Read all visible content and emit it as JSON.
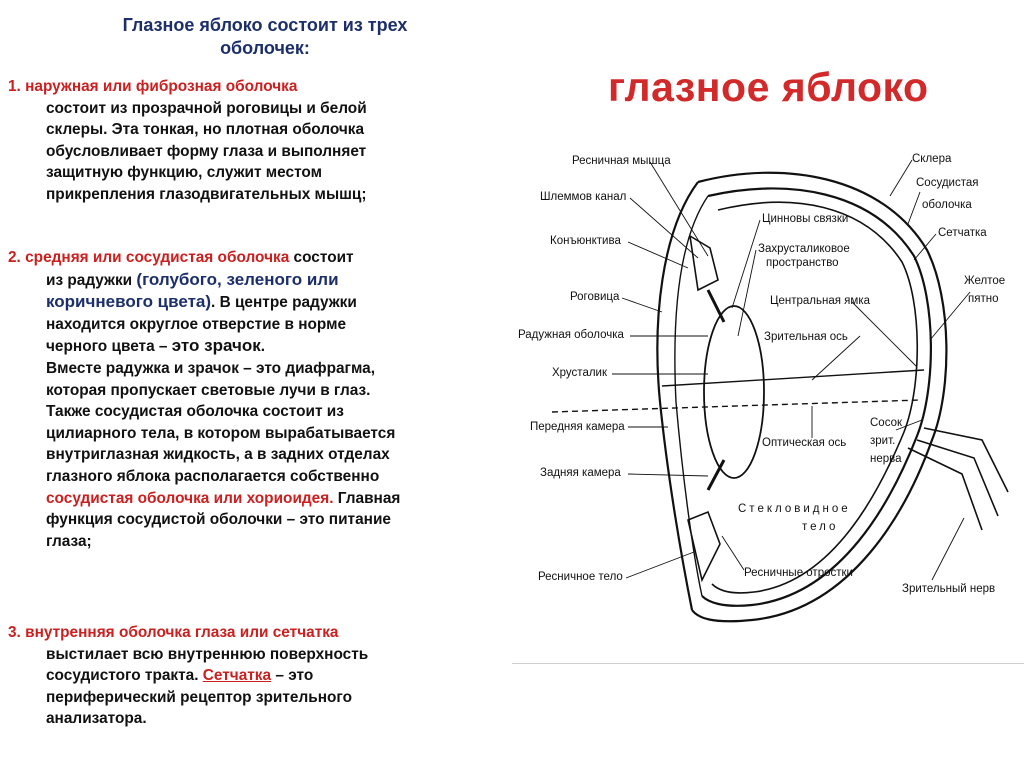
{
  "heading": {
    "line1": "Глазное яблоко состоит из трех",
    "line2": "оболочек:"
  },
  "para1": {
    "lead": "1. наружная или фиброзная оболочка",
    "lines": [
      "состоит из прозрачной роговицы и белой",
      "склеры. Эта тонкая, но плотная оболочка",
      "обусловливает форму глаза и выполняет",
      "защитную функцию, служит местом",
      "прикрепления глазодвигательных мышц;"
    ]
  },
  "para2": {
    "lead": "2. средняя или сосудистая оболочка",
    "lead_tail": " состоит",
    "l2_start": "из радужки ",
    "l2_colored": "(голубого, зеленого или",
    "l3_colored": "коричневого цвета)",
    "l3_tail": ". В центре радужки",
    "l4": "находится округлое отверстие в норме",
    "l5_start": "черного цвета – ",
    "l5_big": "это зрачок",
    "l5_end": ".",
    "l6": "Вместе радужка и зрачок – это диафрагма,",
    "l7": "которая пропускает световые лучи в глаз.",
    "l8": "Также сосудистая оболочка состоит из",
    "l9": "цилиарного тела, в котором вырабатывается",
    "l10": "внутриглазная жидкость, а в задних отделах",
    "l11": "глазного яблока располагается собственно",
    "l12_red": "сосудистая оболочка или хориоидея.",
    "l12_tail": " Главная",
    "l13": "функция сосудистой оболочки – это питание",
    "l14": "глаза;"
  },
  "para3": {
    "lead": "3. внутренняя оболочка глаза или сетчатка",
    "l2": "выстилает всю внутреннюю поверхность",
    "l3_start": "сосудистого тракта. ",
    "l3_link": "Сетчатка",
    "l3_tail": " – это",
    "l4": "периферический рецептор зрительного",
    "l5": "анализатора."
  },
  "big_title": "глазное яблоко",
  "diagram_labels": {
    "ciliary_muscle": "Ресничная мышца",
    "schlemm": "Шлеммов канал",
    "conjunctiva": "Конъюнктива",
    "cornea": "Роговица",
    "iris": "Радужная оболочка",
    "lens": "Хрусталик",
    "anterior_chamber": "Передняя камера",
    "posterior_chamber": "Задняя камера",
    "ciliary_body": "Ресничное тело",
    "zinn": "Цинновы связки",
    "retrolental_1": "Захрусталиковое",
    "retrolental_2": "пространство",
    "fovea": "Центральная ямка",
    "visual_axis": "Зрительная ось",
    "optical_axis": "Оптическая ось",
    "vitreous_1": "Стекловидное",
    "vitreous_2": "тело",
    "ciliary_processes": "Ресничные отростки",
    "sclera": "Склера",
    "choroid_1": "Сосудистая",
    "choroid_2": "оболочка",
    "retina": "Сетчатка",
    "macula_1": "Желтое",
    "macula_2": "пятно",
    "disc_1": "Сосок",
    "disc_2": "зрит.",
    "disc_3": "нерва",
    "optic_nerve": "Зрительный нерв"
  }
}
